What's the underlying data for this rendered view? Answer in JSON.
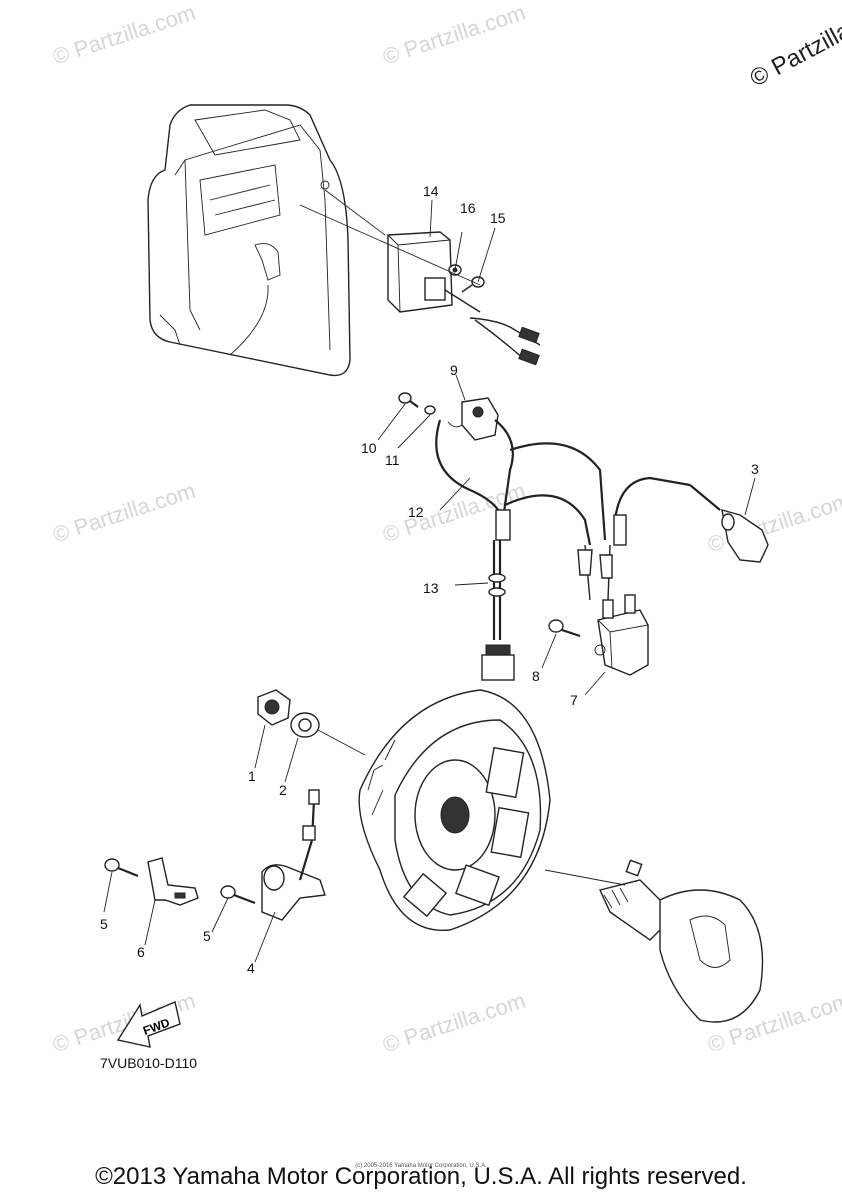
{
  "watermark_text": "© Partzilla.com",
  "corner_watermark": "© Partzilla.",
  "callouts": {
    "c1": "1",
    "c2": "2",
    "c3": "3",
    "c4": "4",
    "c5a": "5",
    "c5b": "5",
    "c6": "6",
    "c7": "7",
    "c8": "8",
    "c9": "9",
    "c10": "10",
    "c11": "11",
    "c12": "12",
    "c13": "13",
    "c14": "14",
    "c15": "15",
    "c16": "16"
  },
  "fwd_label": "FWD",
  "diagram_code": "7VUB010-D110",
  "small_copyright": "(c) 2005-2016 Yamaha Motor Corporation, U.S.A.",
  "copyright": "©2013 Yamaha Motor Corporation, U.S.A. All rights reserved."
}
